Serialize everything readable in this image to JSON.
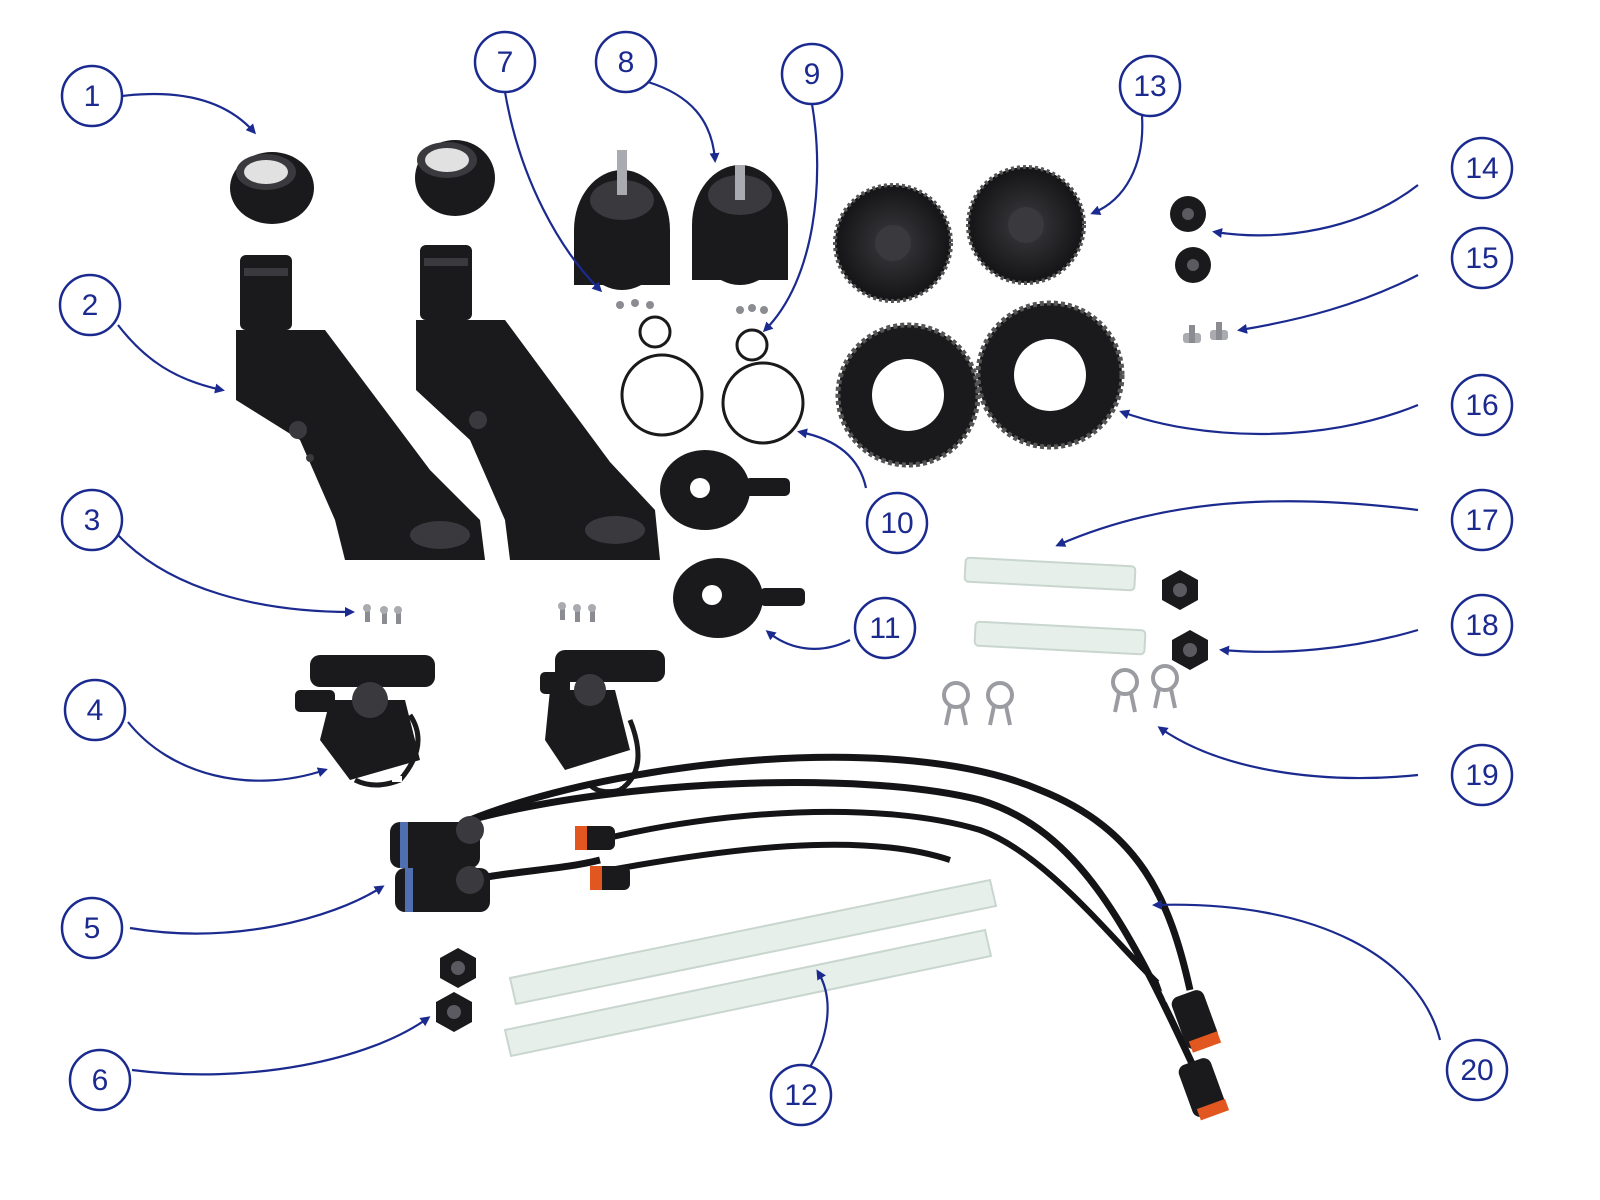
{
  "colors": {
    "callout": "#1b2a8f",
    "part_dark": "#1a1a1c",
    "part_mid": "#3a3a3e",
    "part_light": "#5a5a60",
    "tube": "#e6efe9",
    "tube_edge": "#c9d6cf",
    "metal": "#a9abb0",
    "orange": "#e2571f",
    "blue_band": "#4f6fb0",
    "background": "#ffffff"
  },
  "callouts": [
    {
      "id": "1",
      "label": "1"
    },
    {
      "id": "2",
      "label": "2"
    },
    {
      "id": "3",
      "label": "3"
    },
    {
      "id": "4",
      "label": "4"
    },
    {
      "id": "5",
      "label": "5"
    },
    {
      "id": "6",
      "label": "6"
    },
    {
      "id": "7",
      "label": "7"
    },
    {
      "id": "8",
      "label": "8"
    },
    {
      "id": "9",
      "label": "9"
    },
    {
      "id": "10",
      "label": "10"
    },
    {
      "id": "11",
      "label": "11"
    },
    {
      "id": "12",
      "label": "12"
    },
    {
      "id": "13",
      "label": "13"
    },
    {
      "id": "14",
      "label": "14"
    },
    {
      "id": "15",
      "label": "15"
    },
    {
      "id": "16",
      "label": "16"
    },
    {
      "id": "17",
      "label": "17"
    },
    {
      "id": "18",
      "label": "18"
    },
    {
      "id": "19",
      "label": "19"
    },
    {
      "id": "20",
      "label": "20"
    }
  ]
}
